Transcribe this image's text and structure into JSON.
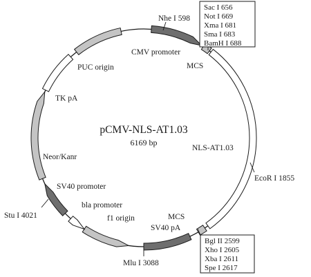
{
  "plasmid": {
    "name": "pCMV-NLS-AT1.03",
    "size": "6169 bp"
  },
  "features": {
    "cmv_promoter": "CMV promoter",
    "mcs_top": "MCS",
    "nls_at": "NLS-AT1.03",
    "mcs_bottom": "MCS",
    "sv40_pa": "SV40 pA",
    "f1_origin": "f1 origin",
    "bla_promoter": "bla promoter",
    "sv40_promoter": "SV40 promoter",
    "neor_kanr": "Neor/Kanr",
    "tk_pa": "TK pA",
    "puc_origin": "PUC origin"
  },
  "sites": {
    "nhe": "Nhe I 598",
    "ecor": "EcoR I 1855",
    "mlu": "Mlu I 3088",
    "stu": "Stu I 4021",
    "mcs_top_box": [
      "Sac I 656",
      "Not I 669",
      "Xma I 681",
      "Sma I 683",
      "BamH I 688"
    ],
    "mcs_bottom_box": [
      "Bgl II 2599",
      "Xho I 2605",
      "Xba I 2611",
      "Spe I 2617"
    ]
  },
  "colors": {
    "backbone": "#1a1a1a",
    "dark_feature": "#6e6e6e",
    "light_feature": "#c4c4c4",
    "open_feature": "#ffffff"
  }
}
